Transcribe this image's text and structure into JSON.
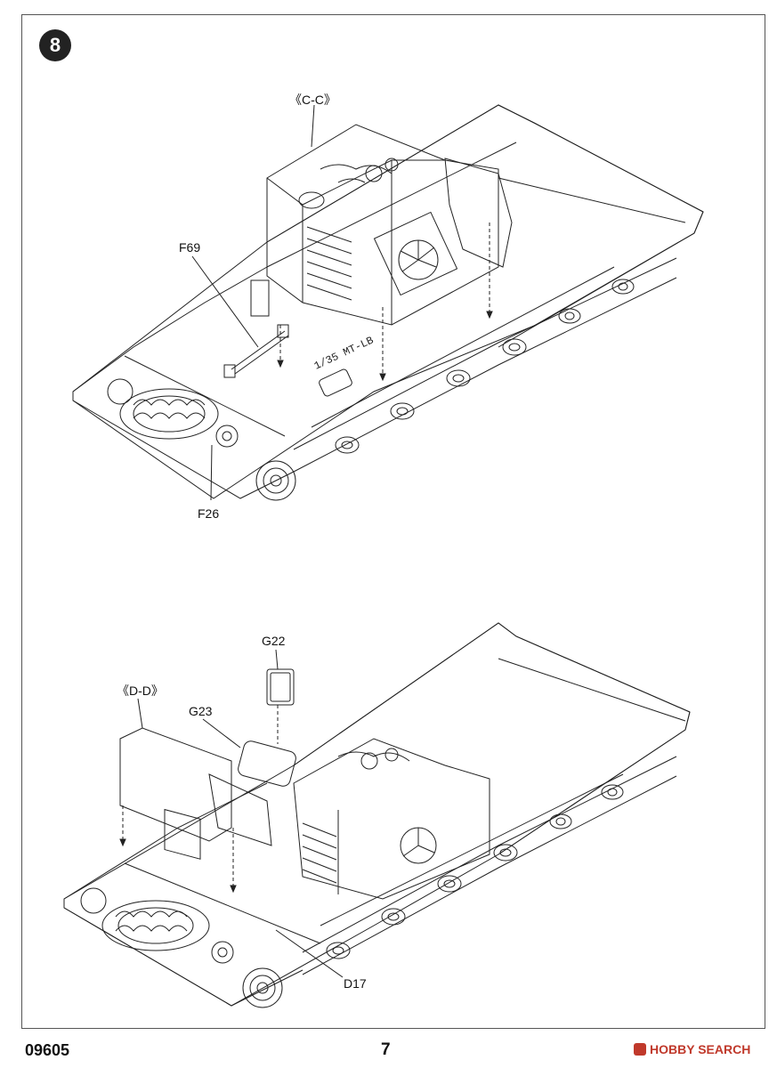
{
  "step": {
    "number": "8"
  },
  "top_assembly": {
    "section_label": "《C-C》",
    "callouts": {
      "f69": "F69",
      "f26": "F26"
    }
  },
  "bottom_assembly": {
    "section_label": "《D-D》",
    "callouts": {
      "g22": "G22",
      "g23": "G23",
      "d17": "D17"
    }
  },
  "footer": {
    "product_code": "09605",
    "page_number": "7",
    "watermark": "HOBBY SEARCH"
  }
}
